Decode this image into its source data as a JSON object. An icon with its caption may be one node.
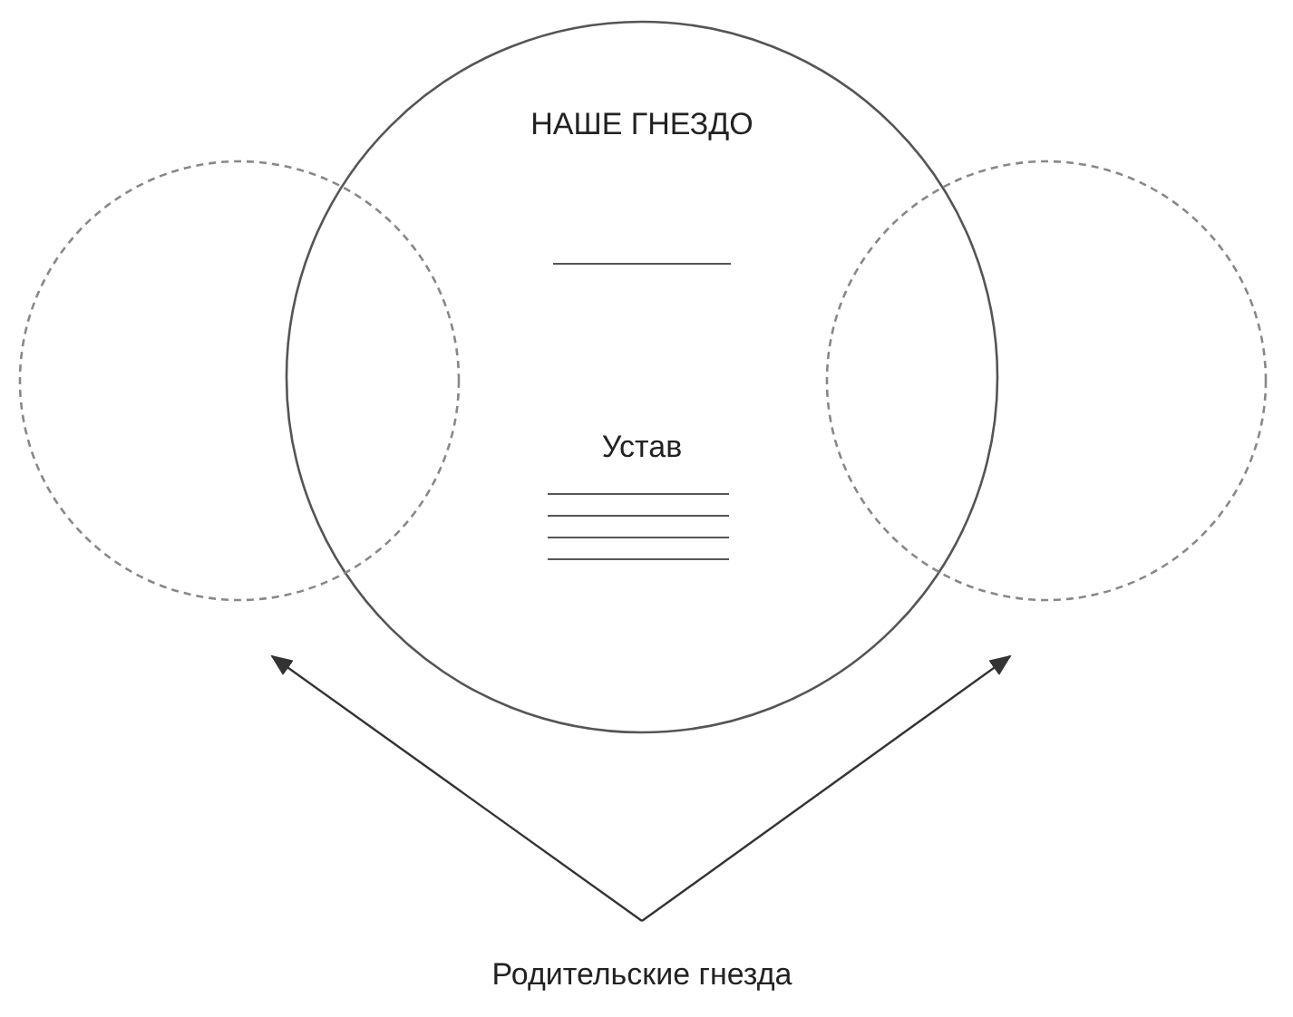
{
  "diagram": {
    "nodes": [
      {
        "text": [
          "НАШЕ ГНЕЗДО",
          "Устав"
        ]
      },
      {
        "text": [],
        "shape": "circle"
      },
      {
        "text": [],
        "shape": "circle"
      },
      {
        "text": [
          "Родительские гнезда"
        ]
      }
    ],
    "edges": [
      {
        "from": 3,
        "to": 1,
        "arrow": "to"
      },
      {
        "from": 3,
        "to": 2,
        "arrow": "to"
      }
    ]
  }
}
